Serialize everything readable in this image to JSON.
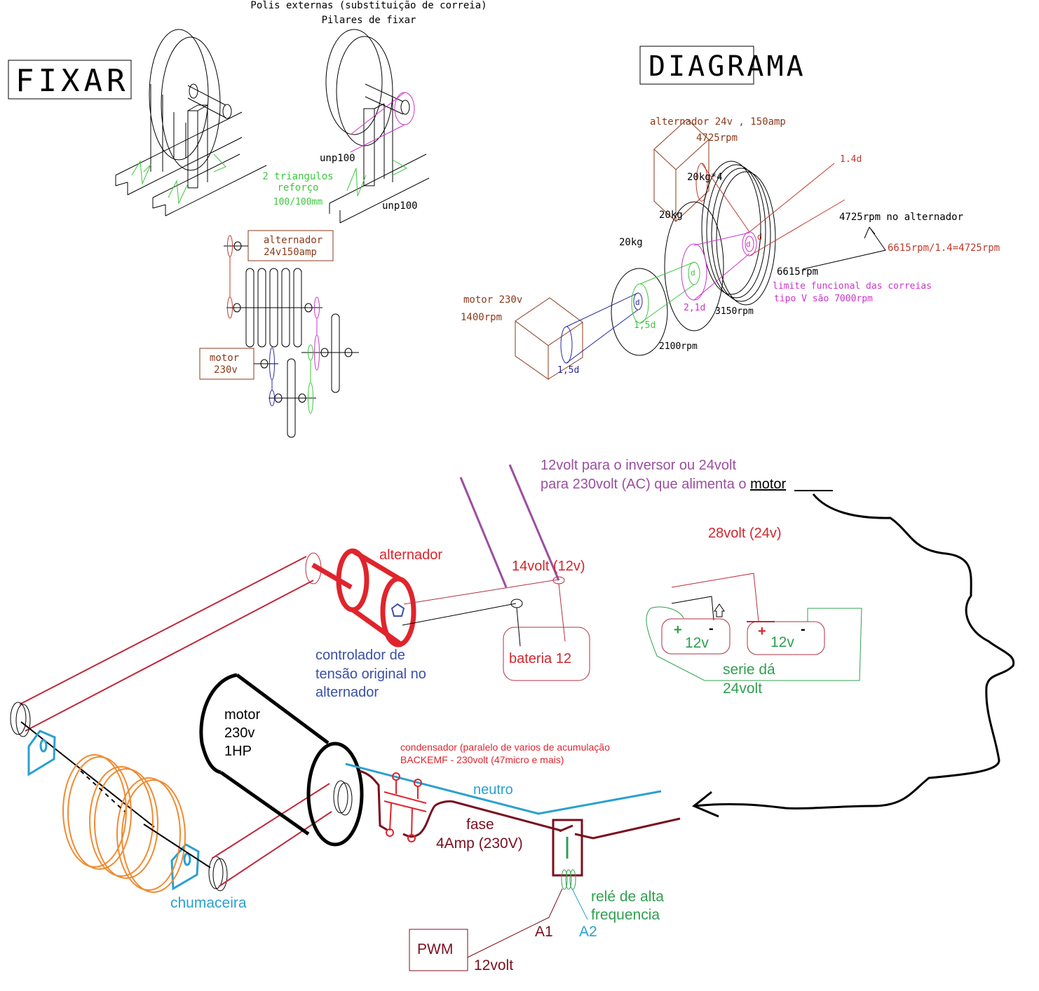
{
  "colors": {
    "black": "#000000",
    "cad_brown": "#8b3a1a",
    "cad_red": "#c0392b",
    "cad_green": "#3cc83c",
    "cad_magenta": "#cc33cc",
    "cad_blue": "#2a2aa0",
    "hand_red": "#e0242c",
    "hand_darkred": "#7a0f1e",
    "hand_purple": "#9b4fa0",
    "hand_blue": "#3a4fa8",
    "hand_cyan": "#2aa0d0",
    "hand_green": "#2fa050",
    "hand_orange": "#f08a30",
    "belt_red": "#c0283a"
  },
  "top_left": {
    "title_box": "FIXAR",
    "heading_line1": "Polis externas (substituição de correia)",
    "heading_line2": "Pilares de fixar",
    "label_unp100_a": "unp100",
    "label_unp100_b": "unp100",
    "reinforce_line1": "2 triangulos",
    "reinforce_line2": "reforço",
    "reinforce_line3": "100/100mm"
  },
  "layout_sketch": {
    "alternator_line1": "alternador",
    "alternator_line2": "24v150amp",
    "motor_line1": "motor",
    "motor_line2": "230v"
  },
  "diagram": {
    "title_box": "DIAGRAMA",
    "alternator_spec_line1": "alternador 24v , 150amp",
    "alternator_spec_line2": "4725rpm",
    "alt_pulley": "1.4d",
    "flywheel_stack": "20kg*4",
    "wheel2_mass": "20kg",
    "wheel1_mass": "20kg",
    "rpm_at_alternator": "4725rpm no alternador",
    "rpm_formula": "6615rpm/1.4=4725rpm",
    "rpm_6615": "6615rpm",
    "belt_limit_line1": "limite funcional das correias",
    "belt_limit_line2": "tipo V são 7000rpm",
    "motor_line1": "motor 230v",
    "motor_line2": "1400rpm",
    "motor_pulley": "1,5d",
    "wheel1_small": "d",
    "wheel1_ring": "1,5d",
    "wheel1_rpm": "2100rpm",
    "wheel2_small": "d",
    "wheel2_ring": "2,1d",
    "wheel2_rpm": "3150rpm",
    "wheel3_small": "d",
    "wheel3_outer": "d"
  },
  "sketch": {
    "inverter_line1": "12volt para o inversor ou 24volt",
    "inverter_line2_prefix": "para 230volt (AC) que alimenta o ",
    "inverter_line2_link": "motor",
    "voltage_28": "28volt (24v)",
    "alternator_label": "alternador",
    "voltage_14": "14volt (12v)",
    "battery_label": "bateria 12",
    "controller_line1": "controlador de",
    "controller_line2": "tensão original no",
    "controller_line3": "alternador",
    "battery1_plus": "+",
    "battery1_minus": "-",
    "battery1_value": "12v",
    "battery2_plus": "+",
    "battery2_minus": "-",
    "battery2_value": "12v",
    "series_line1": "serie dá",
    "series_line2": "24volt",
    "motor_line1": "motor",
    "motor_line2": "230v",
    "motor_line3": "1HP",
    "capacitor_line1": "condensador (paralelo de varios de acumulação",
    "capacitor_line2": "BACKEMF - 230volt (47micro e mais)",
    "neutral_label": "neutro",
    "phase_line1": "fase",
    "phase_line2": "4Amp (230V)",
    "bearing_label": "chumaceira",
    "relay_line1": "relé de alta",
    "relay_line2": "frequencia",
    "a1_label": "A1",
    "a2_label": "A2",
    "pwm_label": "PWM",
    "pwm_voltage": "12volt"
  }
}
